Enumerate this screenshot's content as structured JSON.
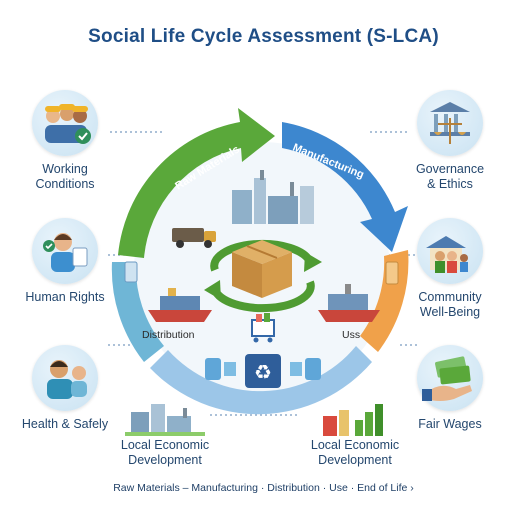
{
  "title": "Social Life Cycle Assessment (S-LCA)",
  "arc_labels": {
    "top_left": "Raw Materials",
    "top_right": "Manufacturing"
  },
  "stages": {
    "distribution": "Distribution",
    "use": "Uss"
  },
  "categories": {
    "working_conditions": [
      "Working",
      "Conditions"
    ],
    "human_rights": [
      "Human Rights"
    ],
    "health_safety": [
      "Health & Safely"
    ],
    "local_dev_left": [
      "Local Economic",
      "Development"
    ],
    "local_dev_center": [
      "Local Economic",
      "Development"
    ],
    "governance": [
      "Governance",
      "& Ethics"
    ],
    "community": [
      "Community",
      "Well-Being"
    ],
    "fair_wages": [
      "Fair Wages"
    ]
  },
  "bottom_flow": "Raw Materials – Manufacturing · Distribution · Use · End of Life ›",
  "colors": {
    "green_arc": "#5aa83a",
    "blue_arc": "#3d87cf",
    "orange_arc": "#f0a14a",
    "title": "#1f4e86"
  },
  "icons": {
    "working_conditions": "workers-group-icon",
    "human_rights": "person-with-clipboard-icon",
    "health_safety": "healthcare-worker-icon",
    "local_dev_left": "factory-buildings-icon",
    "local_dev_center": "bar-chart-icon",
    "governance": "scales-building-icon",
    "community": "family-house-icon",
    "fair_wages": "money-hand-icon",
    "center": "cardboard-box-icon",
    "recycle": "recycle-icon",
    "cart": "shopping-cart-icon"
  }
}
